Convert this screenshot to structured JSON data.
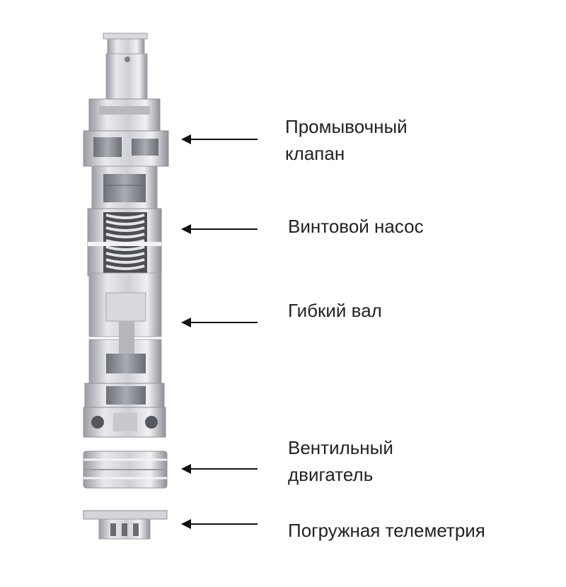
{
  "colors": {
    "text": "#222222",
    "arrow": "#111111",
    "metal_light": "#e6e6ea",
    "metal_mid": "#c6c7cc",
    "metal_dark": "#8d8f96",
    "background": "#ffffff"
  },
  "callouts": [
    {
      "id": "flush-valve",
      "lines": [
        "Промывочный",
        "клапан"
      ]
    },
    {
      "id": "screw-pump",
      "lines": [
        "Винтовой насос"
      ]
    },
    {
      "id": "flexible-shaft",
      "lines": [
        "Гибкий вал"
      ]
    },
    {
      "id": "valve-motor",
      "lines": [
        "Вентильный",
        "двигатель"
      ]
    },
    {
      "id": "downhole-telemetry",
      "lines": [
        "Погружная телеметрия"
      ]
    }
  ]
}
